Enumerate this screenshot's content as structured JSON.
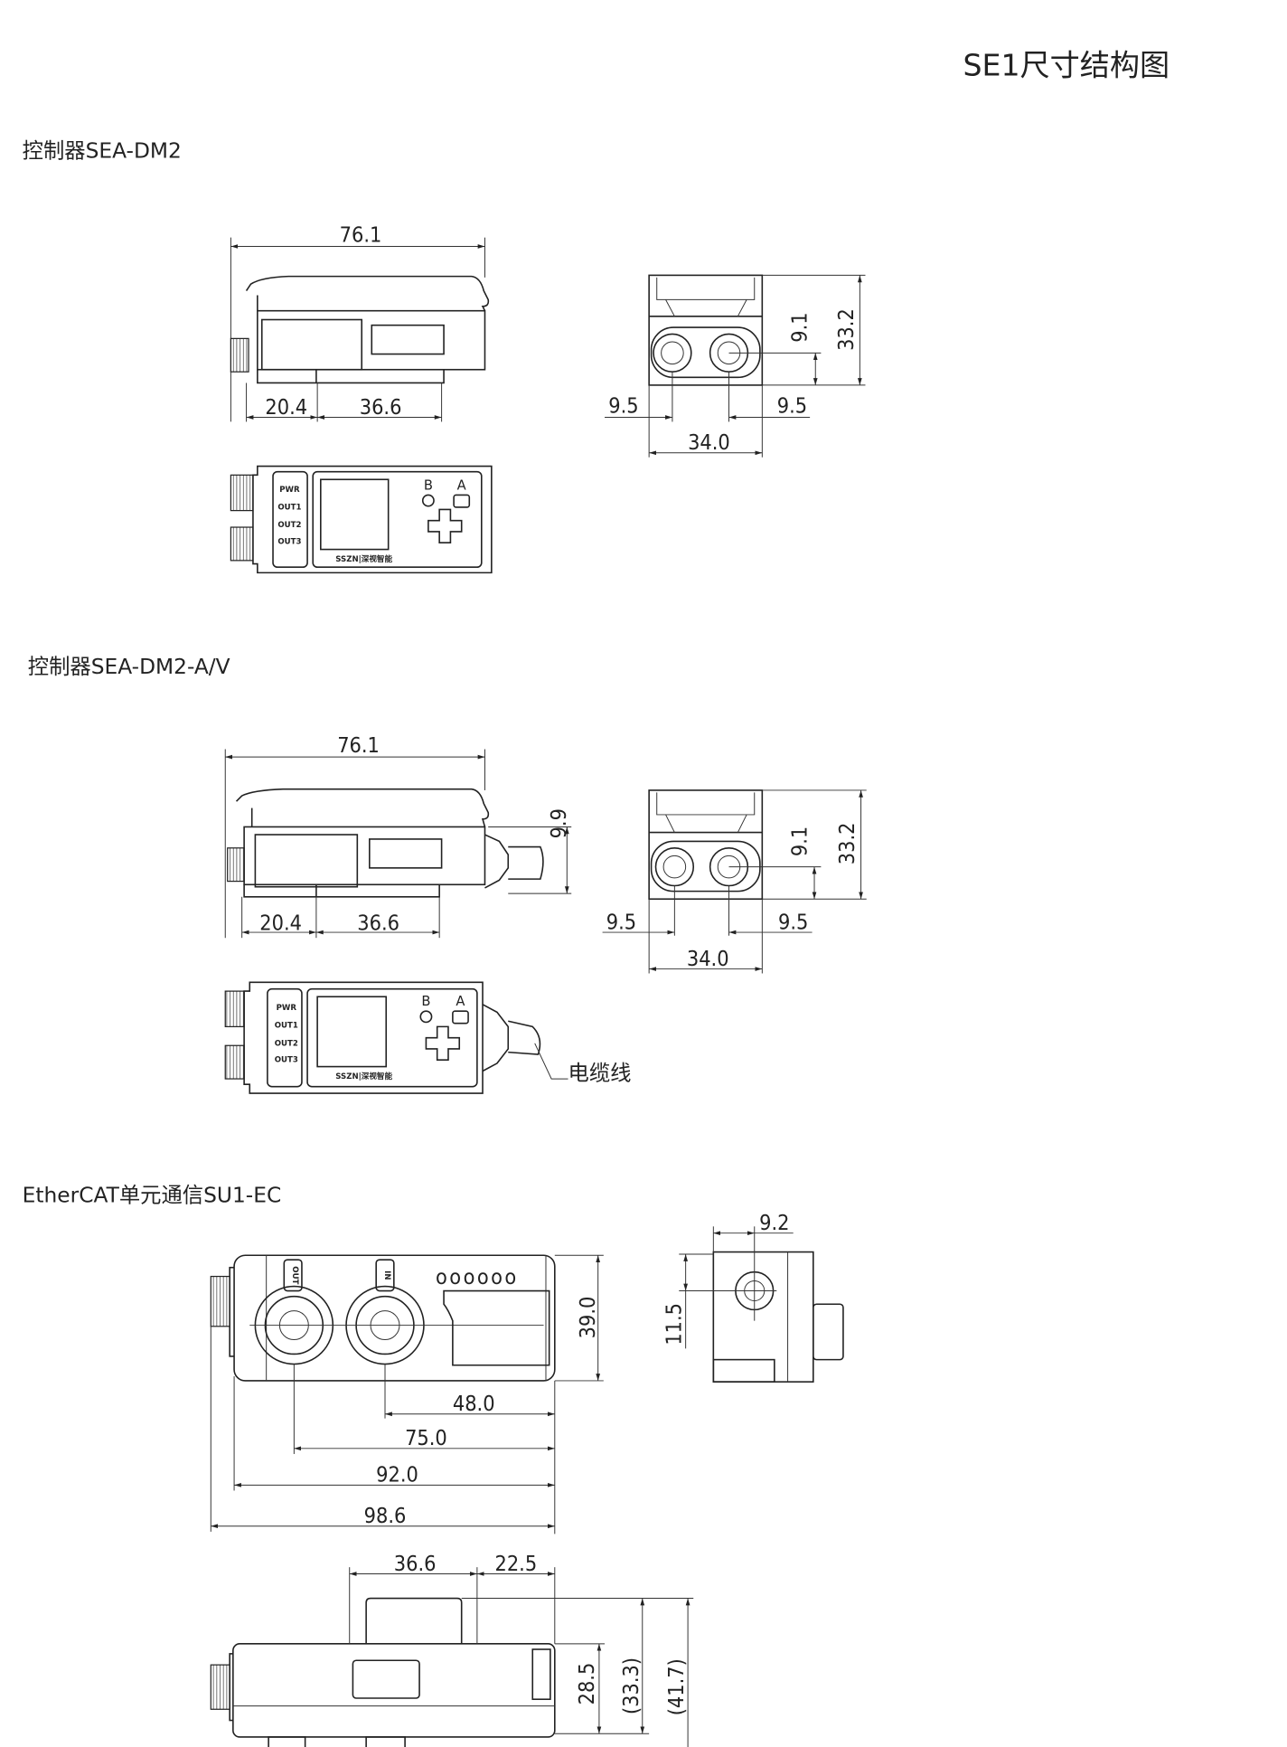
{
  "title": "SE1尺寸结构图",
  "sections": [
    {
      "heading": "控制器SEA-DM2",
      "side": {
        "length": "76.1",
        "d1": "20.4",
        "d2": "36.6"
      },
      "front": {
        "height": "33.2",
        "center": "9.1",
        "left": "9.5",
        "right": "9.5",
        "width": "34.0"
      },
      "top": {
        "leds": [
          "PWR",
          "OUT1",
          "OUT2",
          "OUT3"
        ],
        "btn_b": "B",
        "btn_a": "A",
        "logo": "SSZN|深视智能"
      }
    },
    {
      "heading": "控制器SEA-DM2-A/V",
      "side": {
        "length": "76.1",
        "d1": "20.4",
        "d2": "36.6",
        "cable": "9.9"
      },
      "front": {
        "height": "33.2",
        "center": "9.1",
        "left": "9.5",
        "right": "9.5",
        "width": "34.0"
      },
      "top": {
        "leds": [
          "PWR",
          "OUT1",
          "OUT2",
          "OUT3"
        ],
        "btn_b": "B",
        "btn_a": "A",
        "logo": "SSZN|深视智能",
        "cable_label": "电缆线"
      }
    },
    {
      "heading": "EtherCAT单元通信SU1-EC",
      "front": {
        "port_out": "OUT",
        "port_in": "IN",
        "leds": "oooooo",
        "height": "39.0",
        "d48": "48.0",
        "d75": "75.0",
        "d92": "92.0",
        "d986": "98.6"
      },
      "side": {
        "top": "9.2",
        "center": "11.5"
      },
      "bottom": {
        "d1": "36.6",
        "d2": "22.5",
        "h1": "28.5",
        "h2": "(33.3)",
        "h3": "(41.7)"
      }
    }
  ]
}
